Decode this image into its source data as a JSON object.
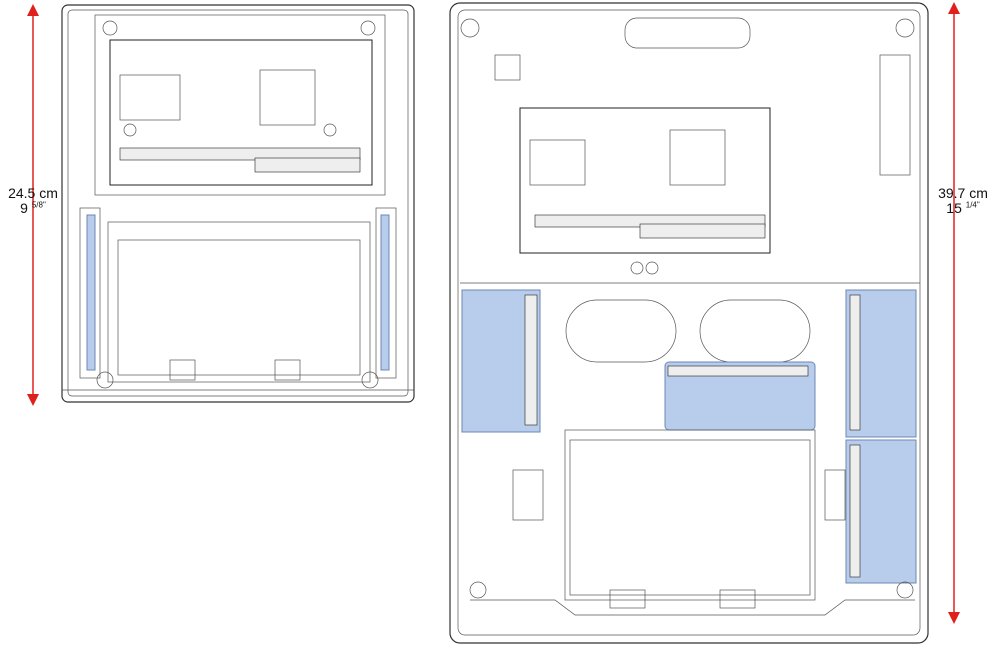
{
  "small_enclosure": {
    "height_metric": "24.5 cm",
    "height_imperial_whole": "9",
    "height_imperial_fraction": "5/8\""
  },
  "large_enclosure": {
    "height_metric": "39.7 cm",
    "height_imperial_whole": "15",
    "height_imperial_fraction": "1/4\""
  },
  "colors": {
    "dimension_arrow": "#e0201b",
    "module_highlight": "#b8cdec",
    "outline": "#333333"
  }
}
